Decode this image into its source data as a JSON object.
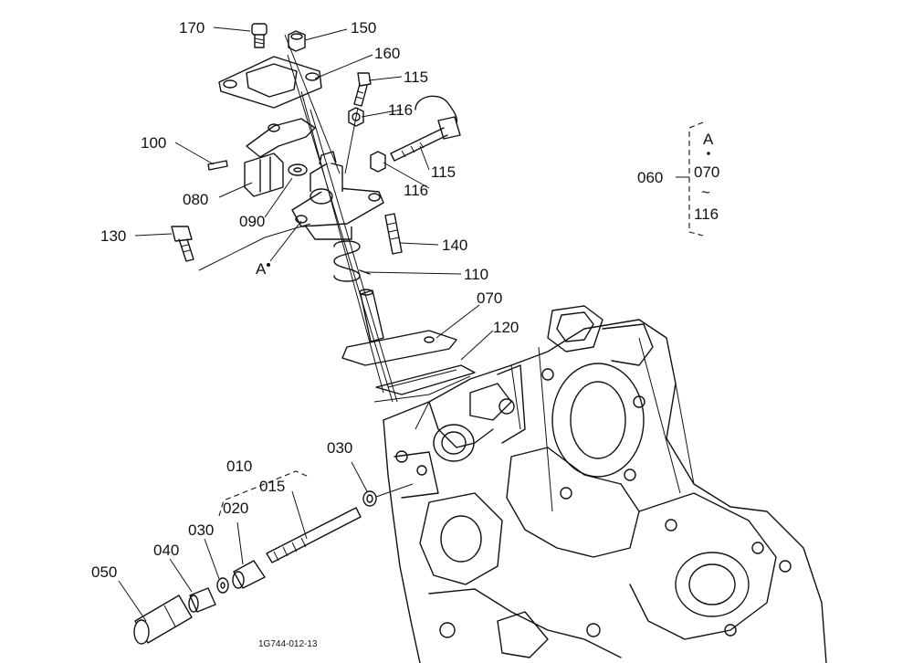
{
  "figure_code": "1G744-012-13",
  "callouts": {
    "p170": "170",
    "p150": "150",
    "p160": "160",
    "p115a": "115",
    "p116a": "116",
    "p100": "100",
    "p115b": "115",
    "p080": "080",
    "p116b": "116",
    "p090": "090",
    "p130": "130",
    "p140": "140",
    "pA": "A",
    "p110": "110",
    "p070": "070",
    "p120": "120",
    "p030a": "030",
    "p010": "010",
    "p015": "015",
    "p020": "020",
    "p030b": "030",
    "p040": "040",
    "p050": "050"
  },
  "assembly": {
    "code": "060",
    "line1": "A",
    "line2": "070",
    "line3": "~",
    "line4": "116"
  }
}
